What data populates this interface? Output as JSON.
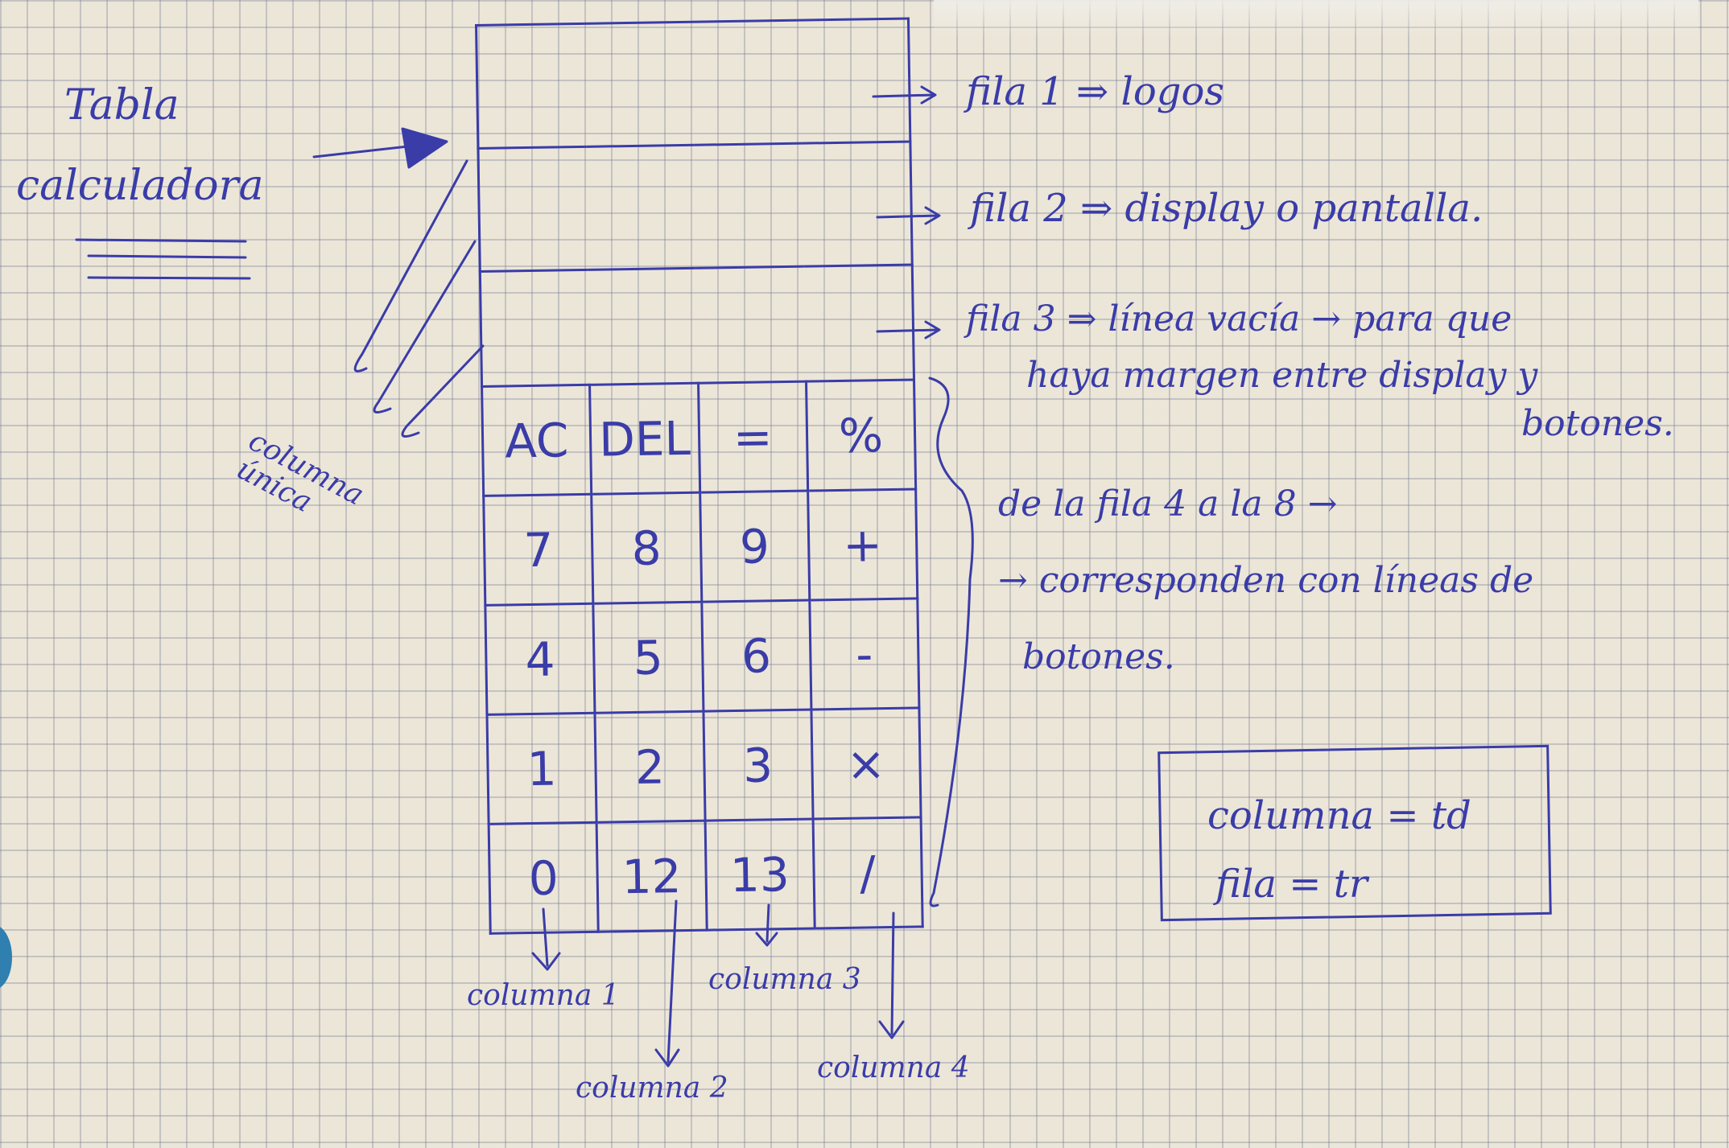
{
  "title": {
    "line1": "Tabla",
    "line2": "calculadora"
  },
  "table": {
    "rows": [
      {
        "id": "fila-1",
        "cells": [
          ""
        ]
      },
      {
        "id": "fila-2",
        "cells": [
          ""
        ]
      },
      {
        "id": "fila-3",
        "cells": [
          ""
        ]
      },
      {
        "id": "fila-4",
        "cells": [
          "AC",
          "DEL",
          "=",
          "%"
        ]
      },
      {
        "id": "fila-5",
        "cells": [
          "7",
          "8",
          "9",
          "+"
        ]
      },
      {
        "id": "fila-6",
        "cells": [
          "4",
          "5",
          "6",
          "-"
        ]
      },
      {
        "id": "fila-7",
        "cells": [
          "1",
          "2",
          "3",
          "×"
        ]
      },
      {
        "id": "fila-8",
        "cells": [
          "0",
          "12",
          "13",
          "/"
        ]
      }
    ]
  },
  "annotations": {
    "fila1": "fila 1 ⇒ logos",
    "fila2": "fila 2 ⇒ display o pantalla.",
    "fila3_line1": "fila 3 ⇒ línea vacía → para que",
    "fila3_line2": "haya margen entre display y",
    "fila3_line3": "botones.",
    "filas_line1": "de la fila 4 a la 8 →",
    "filas_line2": "→ corresponden con líneas de",
    "filas_line3": "botones.",
    "columna_unica_1": "columna",
    "columna_unica_2": "única",
    "columna1": "columna 1",
    "columna2": "columna 2",
    "columna3": "columna 3",
    "columna4": "columna 4"
  },
  "legend": {
    "line1": "columna = td",
    "line2": "fila = tr"
  },
  "colors": {
    "ink": "#3a3ca8",
    "paper": "#ece6d8",
    "grid": "#787d96"
  }
}
